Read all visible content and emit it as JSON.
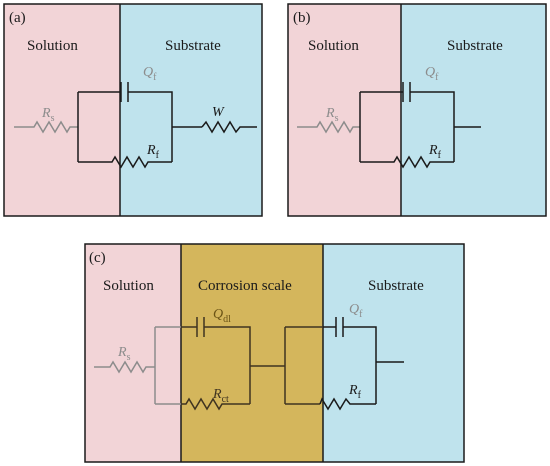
{
  "colors": {
    "solution": "#f2d4d7",
    "substrate": "#bfe3ed",
    "corrosion_scale": "#d4b65c",
    "border": "#1a1a1a",
    "wire_dark": "#1a1a1a",
    "wire_gray": "#8c8c8c",
    "wire_scale": "#3f3320",
    "label_gray": "#8c8c8c",
    "label_scale": "#6b5416"
  },
  "panel_a": {
    "letter": "(a)",
    "solution_label": "Solution",
    "substrate_label": "Substrate",
    "rs": {
      "main": "R",
      "sub": "s"
    },
    "qf": {
      "main": "Q",
      "sub": "f"
    },
    "rf": {
      "main": "R",
      "sub": "f"
    },
    "w": "W"
  },
  "panel_b": {
    "letter": "(b)",
    "solution_label": "Solution",
    "substrate_label": "Substrate",
    "rs": {
      "main": "R",
      "sub": "s"
    },
    "qf": {
      "main": "Q",
      "sub": "f"
    },
    "rf": {
      "main": "R",
      "sub": "f"
    }
  },
  "panel_c": {
    "letter": "(c)",
    "solution_label": "Solution",
    "scale_label": "Corrosion scale",
    "substrate_label": "Substrate",
    "rs": {
      "main": "R",
      "sub": "s"
    },
    "qdl": {
      "main": "Q",
      "sub": "dl"
    },
    "rct": {
      "main": "R",
      "sub": "ct"
    },
    "qf": {
      "main": "Q",
      "sub": "f"
    },
    "rf": {
      "main": "R",
      "sub": "f"
    }
  }
}
